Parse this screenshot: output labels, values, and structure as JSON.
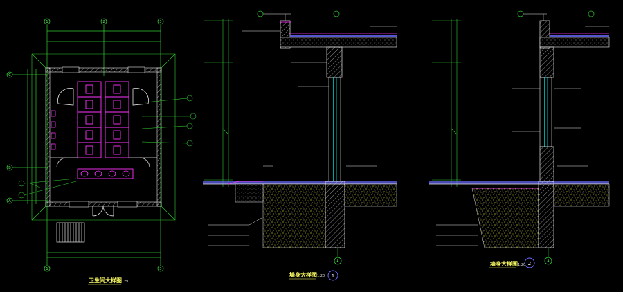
{
  "drawings": {
    "plan": {
      "title": "卫生间大样图",
      "scale": "1:50",
      "axis_top": [
        "1",
        "2",
        "3"
      ],
      "axis_left": [
        "C",
        "B",
        "A"
      ],
      "axis_bottom": [
        "1",
        "3"
      ]
    },
    "section1": {
      "title": "墙身大样图",
      "scale": "1:20",
      "number": "1",
      "axis": "A"
    },
    "section2": {
      "title": "墙身大样图",
      "scale": "1:20",
      "number": "2",
      "axis": "A"
    }
  },
  "colors": {
    "background": "#000000",
    "grid_green": "#33cc33",
    "wall_white": "#e6e6e6",
    "fixture_magenta": "#ff33ff",
    "glass_cyan": "#00e5e5",
    "earth_yellow": "#e5e533",
    "finish_blue": "#6a6aff"
  }
}
